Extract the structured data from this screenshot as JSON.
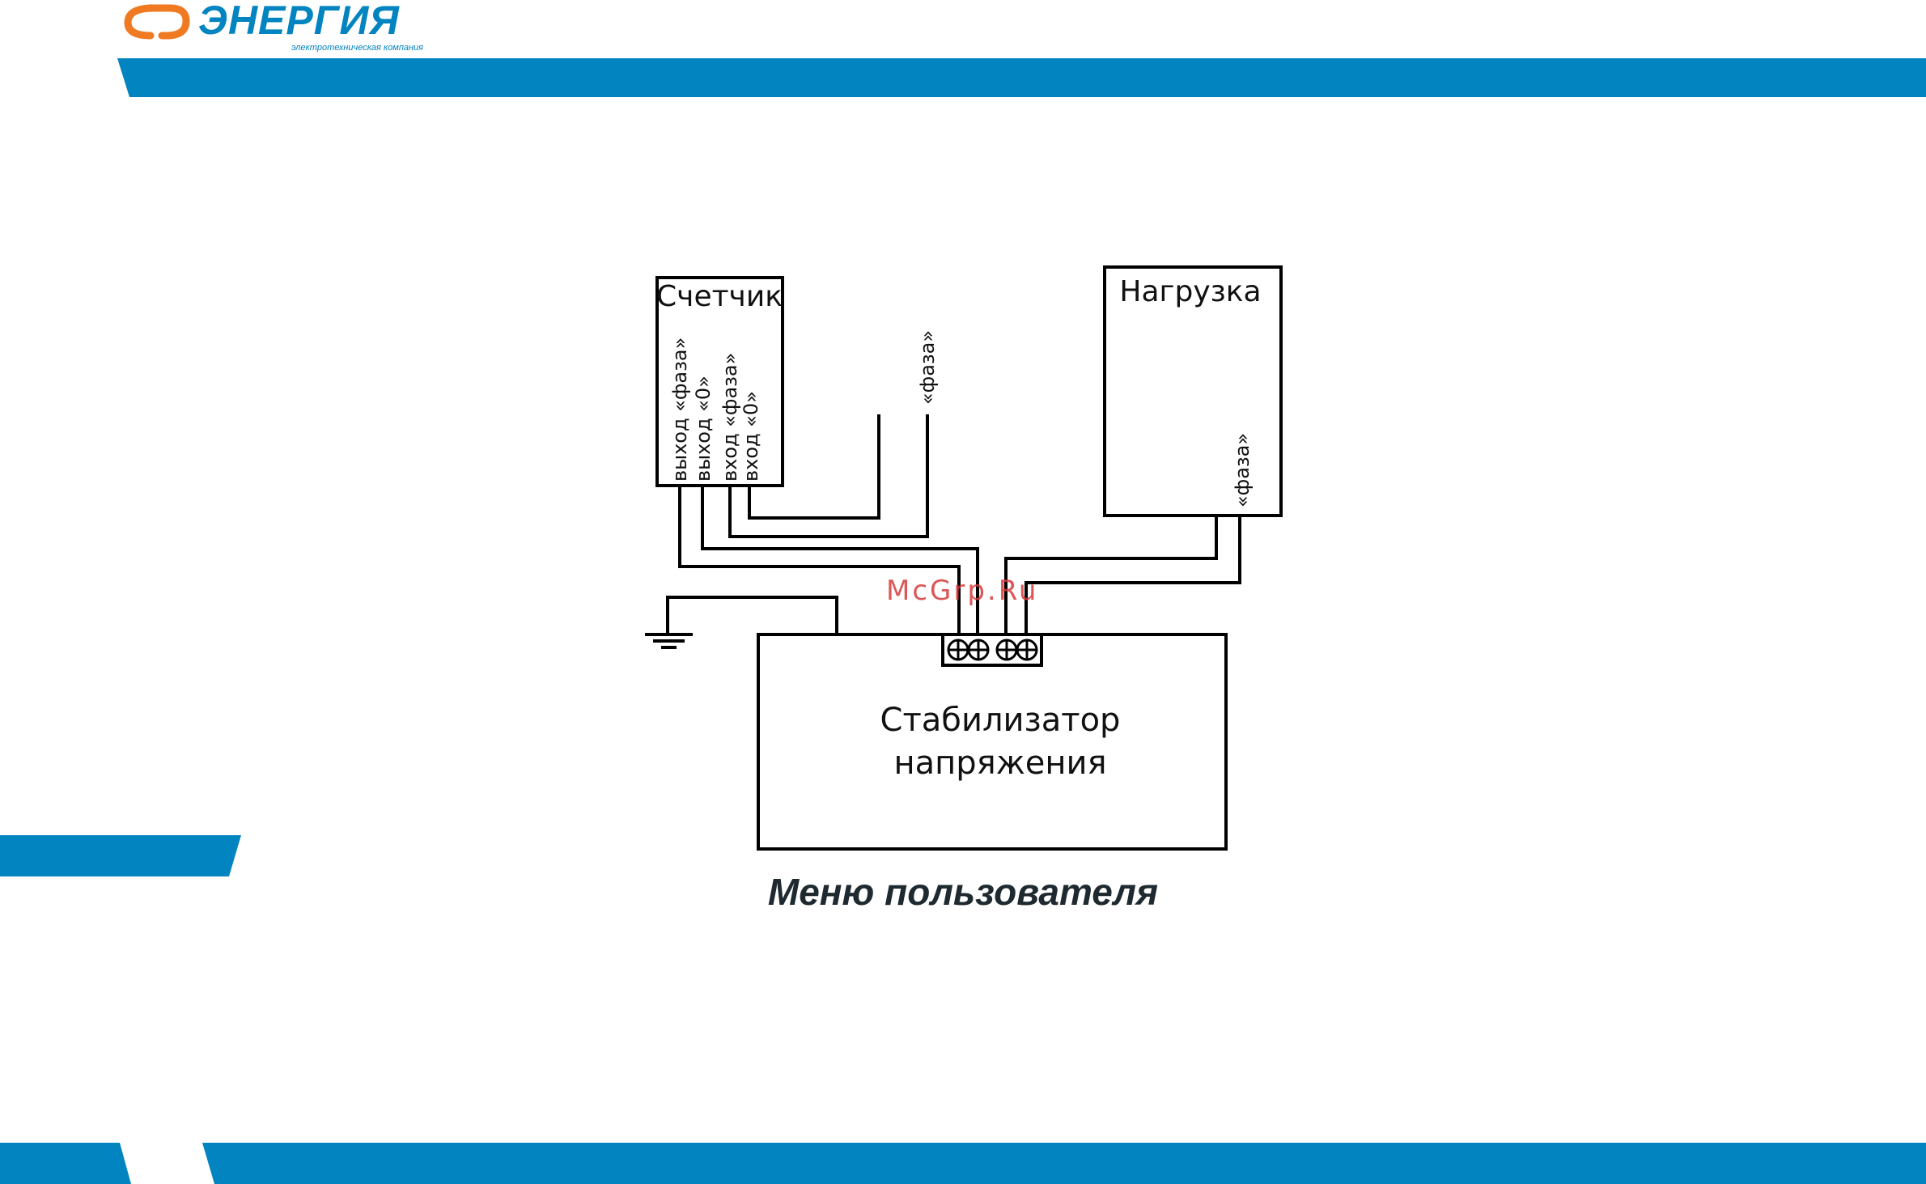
{
  "brand": {
    "logo_text": "ЭНЕРГИЯ",
    "tagline": "электротехническая компания",
    "logo_color": "#f07a22",
    "brand_color": "#0284c0"
  },
  "diagram": {
    "meter_title": "Счетчик",
    "meter_terminals": [
      "выход «фаза»",
      "выход «0»",
      "вход «фаза»",
      "вход «0»"
    ],
    "supply_phase_label": "«фаза»",
    "load_title": "Нагрузка",
    "load_phase_label": "«фаза»",
    "stabilizer_line1": "Стабилизатор",
    "stabilizer_line2": "напряжения"
  },
  "caption": "Меню пользователя",
  "watermark": "McGrp.Ru"
}
